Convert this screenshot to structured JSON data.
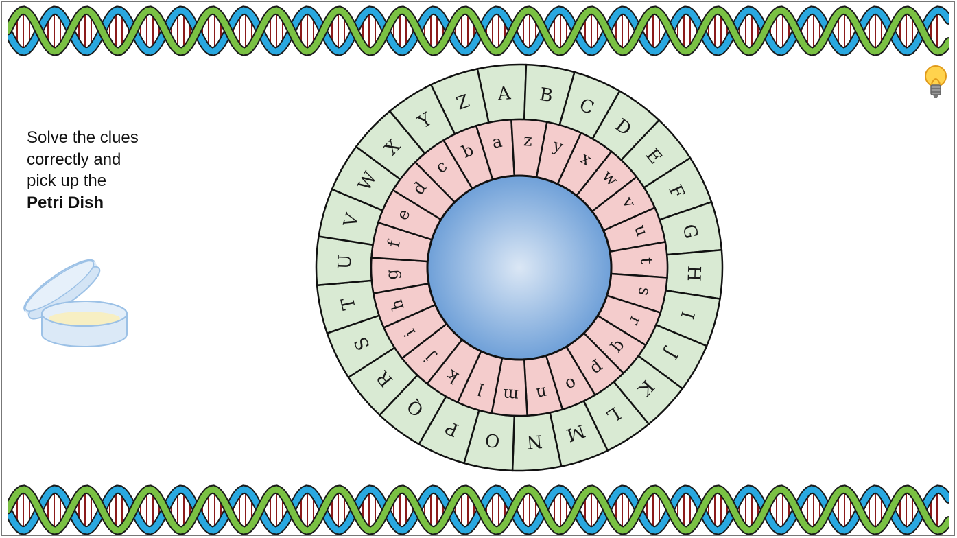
{
  "instructions": {
    "line_text": "Solve the clues correctly and pick up the",
    "bold_text": "Petri Dish"
  },
  "wheel": {
    "outer_letters": [
      "A",
      "B",
      "C",
      "D",
      "E",
      "F",
      "G",
      "H",
      "I",
      "J",
      "K",
      "L",
      "M",
      "N",
      "O",
      "P",
      "Q",
      "R",
      "S",
      "T",
      "U",
      "V",
      "W",
      "X",
      "Y",
      "Z"
    ],
    "inner_letters": [
      "a",
      "z",
      "y",
      "x",
      "w",
      "v",
      "u",
      "t",
      "s",
      "r",
      "q",
      "p",
      "o",
      "n",
      "m",
      "l",
      "k",
      "j",
      "i",
      "h",
      "g",
      "f",
      "e",
      "d",
      "c",
      "b"
    ],
    "colors": {
      "outer_ring": "#d9ead3",
      "inner_ring": "#f4cccc",
      "center_light": "#dbe7f5",
      "center_dark": "#6fa0d8",
      "stroke": "#111111"
    }
  },
  "icons": {
    "hint": "lightbulb-icon",
    "petri": "petri-dish-icon",
    "border": "dna-helix-border"
  },
  "dna_colors": {
    "green": "#7ac143",
    "blue": "#29a8e0",
    "rung": "#8b1a1a",
    "outline": "#1a1a1a"
  }
}
